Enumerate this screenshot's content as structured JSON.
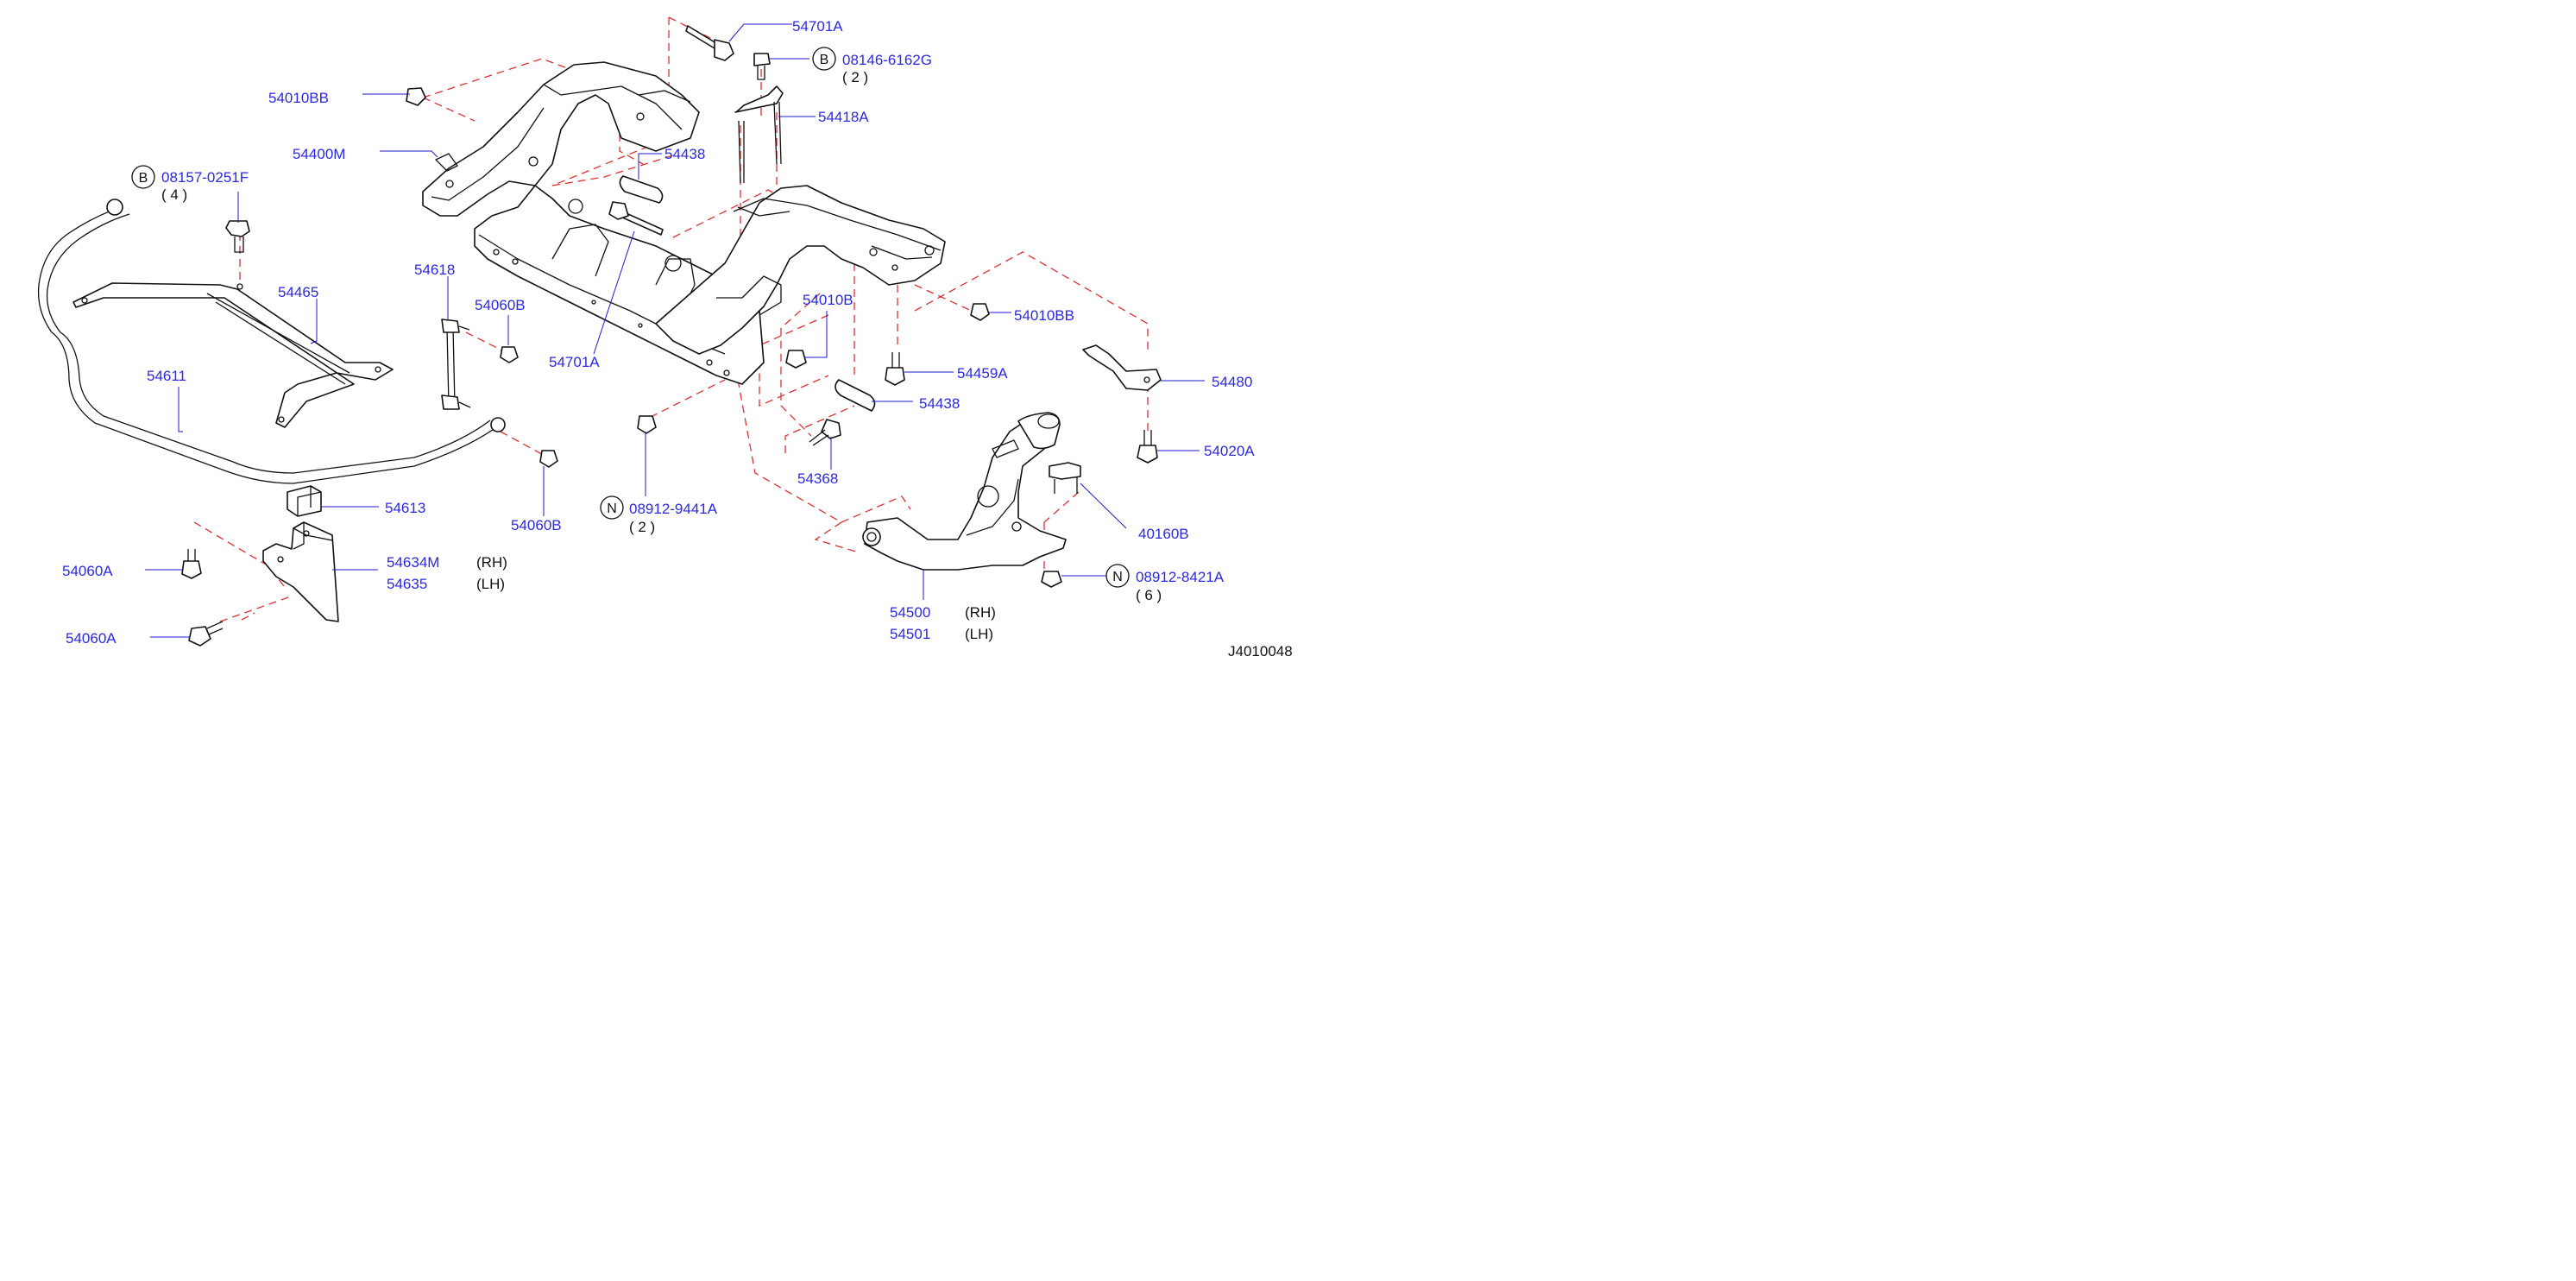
{
  "diagram": {
    "code": "J4010048",
    "colors": {
      "label": "#2a2ae0",
      "leader": "#1b1bd0",
      "dashed_link": "#e03030",
      "line_art": "#111111"
    },
    "labels": {
      "p54701A_top": "54701A",
      "p08146": "08146-6162G",
      "p08146_qty": "( 2 )",
      "p54010BB_top": "54010BB",
      "p54418A": "54418A",
      "p54400M": "54400M",
      "p54438_top": "54438",
      "p08157": "08157-0251F",
      "p08157_qty": "( 4 )",
      "p54618": "54618",
      "p54465": "54465",
      "p54060B_top": "54060B",
      "p54010B": "54010B",
      "p54010BB_right": "54010BB",
      "p54701A_mid": "54701A",
      "p54611": "54611",
      "p54459A": "54459A",
      "p54480": "54480",
      "p54438_bot": "54438",
      "p54020A": "54020A",
      "p54368": "54368",
      "p54613": "54613",
      "p08912_9441A": "08912-9441A",
      "p08912_9441A_qty": "( 2 )",
      "p54060B_bot": "54060B",
      "p40160B": "40160B",
      "p54060A_top": "54060A",
      "p54634M": "54634M",
      "p54634M_side": "(RH)",
      "p54635": "54635",
      "p54635_side": "(LH)",
      "p08912_8421A": "08912-8421A",
      "p08912_8421A_qty": "( 6 )",
      "p54060A_bot": "54060A",
      "p54500": "54500",
      "p54500_side": "(RH)",
      "p54501": "54501",
      "p54501_side": "(LH)"
    },
    "markers": {
      "b1": "B",
      "b2": "B",
      "n1": "N",
      "n2": "N"
    }
  }
}
